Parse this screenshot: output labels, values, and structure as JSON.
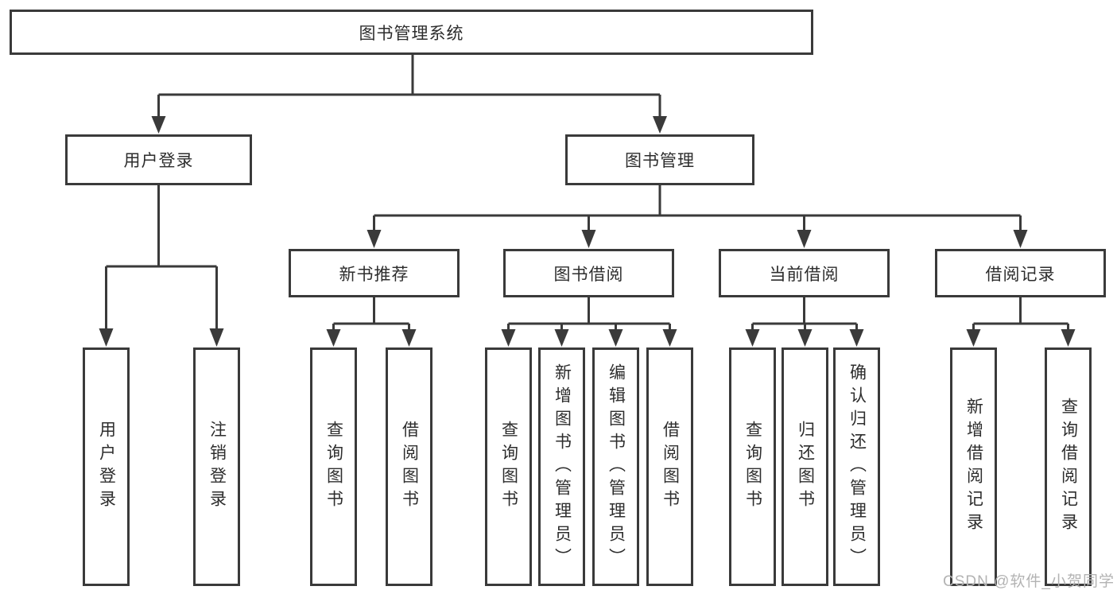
{
  "tree": {
    "root": {
      "label": "图书管理系统"
    },
    "branches": [
      {
        "label": "用户登录",
        "children": [
          {
            "label": "用户登录"
          },
          {
            "label": "注销登录"
          }
        ]
      },
      {
        "label": "图书管理",
        "groups": [
          {
            "label": "新书推荐",
            "children": [
              {
                "label": "查询图书"
              },
              {
                "label": "借阅图书"
              }
            ]
          },
          {
            "label": "图书借阅",
            "children": [
              {
                "label": "查询图书"
              },
              {
                "label": "新增图书（管理员）"
              },
              {
                "label": "编辑图书（管理员）"
              },
              {
                "label": "借阅图书"
              }
            ]
          },
          {
            "label": "当前借阅",
            "children": [
              {
                "label": "查询图书"
              },
              {
                "label": "归还图书"
              },
              {
                "label": "确认归还（管理员）"
              }
            ]
          },
          {
            "label": "借阅记录",
            "children": [
              {
                "label": "新增借阅记录"
              },
              {
                "label": "查询借阅记录"
              }
            ]
          }
        ]
      }
    ]
  },
  "watermark": {
    "text": "CSDN @软件_小贺同学"
  },
  "colors": {
    "line": "#3a3a3a",
    "text": "#2d2d2d",
    "box_background": "#ffffff",
    "page_background": "#ffffff",
    "watermark": "#b3b3b3"
  }
}
